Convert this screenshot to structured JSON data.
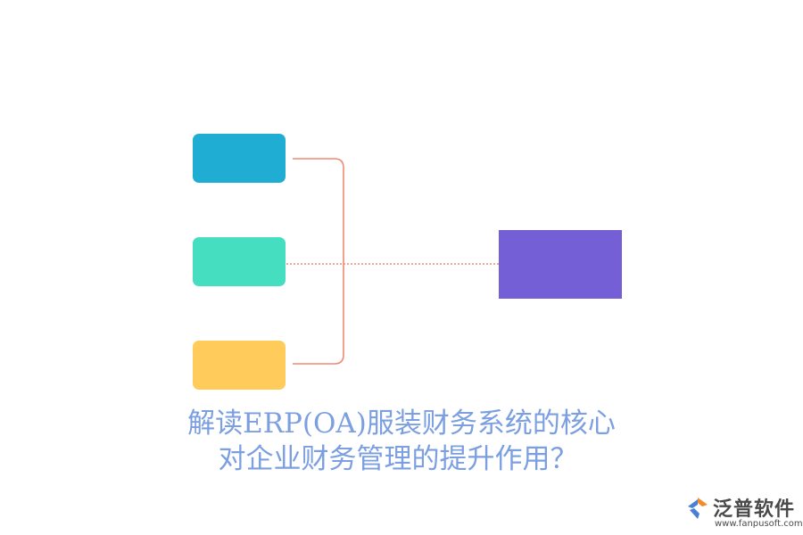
{
  "colors": {
    "node_blue": "#1fadd4",
    "node_teal": "#45dec1",
    "node_yellow": "#ffcc5c",
    "node_purple": "#745fd7",
    "bracket": "#f08a72",
    "dotted_link": "#f08a72",
    "caption": "#7b9fe0",
    "logo_text": "#4a4a4a",
    "logo_orange": "#f28c2a",
    "logo_blue": "#4a7fd6"
  },
  "caption": {
    "line1": "解读ERP(OA)服装财务系统的核心",
    "line2": "对企业财务管理的提升作用？"
  },
  "logo": {
    "name": "泛普软件",
    "url": "www.fanpusoft.com",
    "icon": "fanpu-logo-icon"
  }
}
